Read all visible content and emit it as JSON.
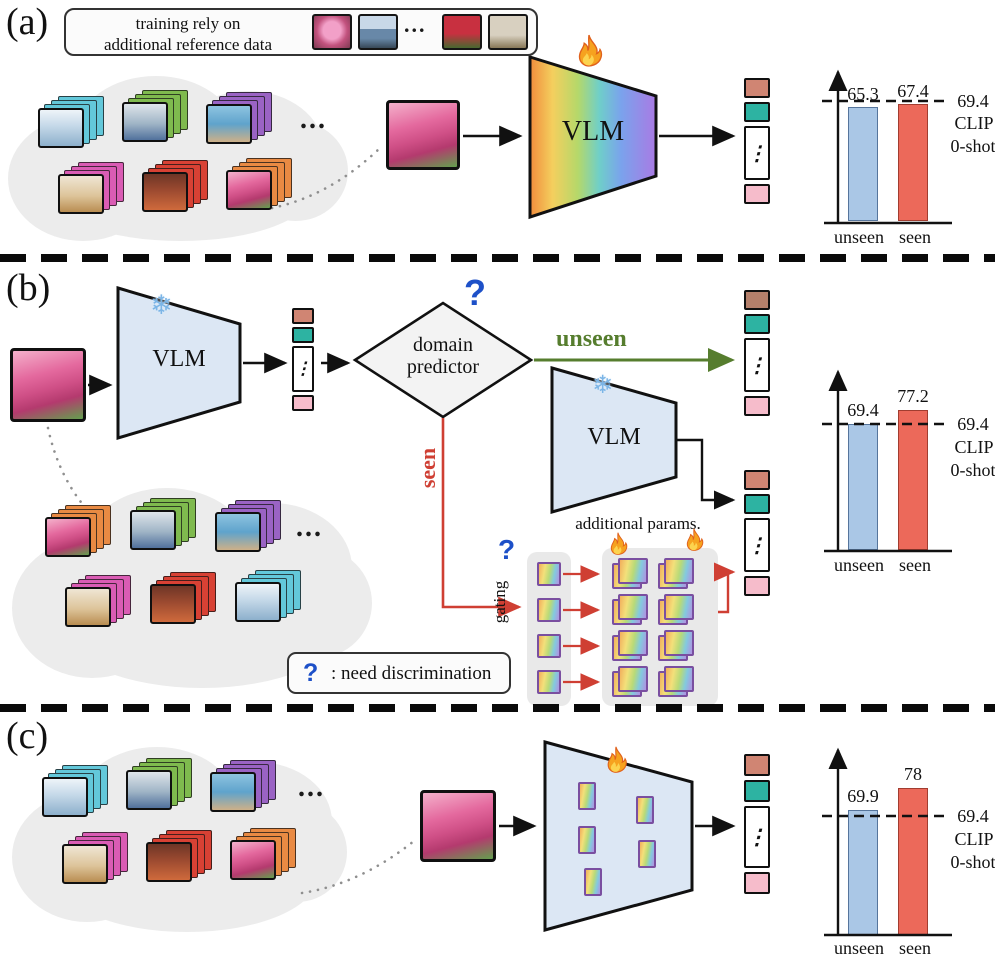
{
  "glyphs": {
    "dots": "...",
    "vdots": "⋮",
    "question": "?",
    "snowflake": "❄"
  },
  "panel_a": {
    "label": "(a)",
    "ref_note_line1": "training rely on",
    "ref_note_line2": "additional reference data",
    "vlm_label": "VLM",
    "vlm_state": "trainable-fire",
    "ref_thumbs": [
      "flower",
      "bus",
      "tulips",
      "building"
    ],
    "cloud_items": [
      "airplane",
      "car",
      "beach",
      "dog",
      "food",
      "tulips"
    ]
  },
  "panel_b": {
    "label": "(b)",
    "vlm_frozen_label": "VLM",
    "vlm_adapted_label": "VLM",
    "domain_predictor_line1": "domain",
    "domain_predictor_line2": "predictor",
    "unseen_branch_label": "unseen",
    "seen_branch_label": "seen",
    "gating_label": "gating",
    "additional_params_label": "additional params.",
    "need_discrimination_text": ": need discrimination",
    "cloud_items": [
      "tulips",
      "car",
      "beach",
      "dog",
      "food",
      "airplane"
    ]
  },
  "panel_c": {
    "label": "(c)",
    "cloud_items": [
      "airplane",
      "car",
      "beach",
      "dog",
      "food",
      "tulips"
    ]
  },
  "chart_data": [
    {
      "id": "panel-a-results",
      "type": "bar",
      "categories": [
        "unseen",
        "seen"
      ],
      "values": [
        65.3,
        67.4
      ],
      "value_labels": [
        "65.3",
        "67.4"
      ],
      "baseline": {
        "value": 69.4,
        "label": "69.4",
        "note_line1": "CLIP",
        "note_line2": "0-shot"
      },
      "bar_colors": [
        "#aac7e6",
        "#ec695a"
      ],
      "ylim": [
        0,
        80
      ],
      "grid": false,
      "legend": false
    },
    {
      "id": "panel-b-results",
      "type": "bar",
      "categories": [
        "unseen",
        "seen"
      ],
      "values": [
        69.4,
        77.2
      ],
      "value_labels": [
        "69.4",
        "77.2"
      ],
      "baseline": {
        "value": 69.4,
        "label": "69.4",
        "note_line1": "CLIP",
        "note_line2": "0-shot"
      },
      "bar_colors": [
        "#aac7e6",
        "#ec695a"
      ],
      "ylim": [
        0,
        85
      ],
      "grid": false,
      "legend": false
    },
    {
      "id": "panel-c-results",
      "type": "bar",
      "categories": [
        "unseen",
        "seen"
      ],
      "values": [
        69.9,
        78
      ],
      "value_labels": [
        "69.9",
        "78"
      ],
      "baseline": {
        "value": 69.4,
        "label": "69.4",
        "note_line1": "CLIP",
        "note_line2": "0-shot"
      },
      "bar_colors": [
        "#aac7e6",
        "#ec695a"
      ],
      "ylim": [
        0,
        85
      ],
      "grid": false,
      "legend": false
    }
  ]
}
